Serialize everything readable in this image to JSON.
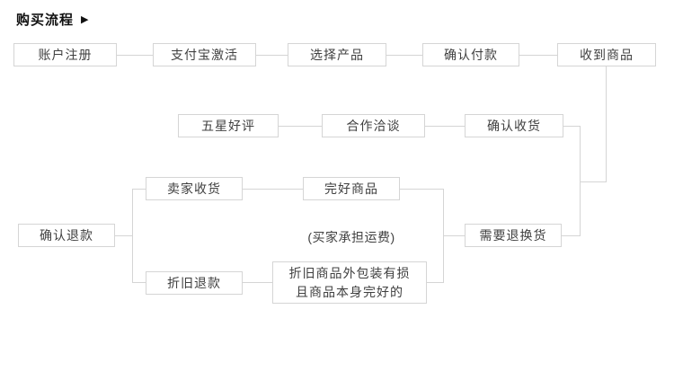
{
  "title": {
    "label": "购买流程",
    "arrow_icon": "▶"
  },
  "colors": {
    "background": "#ffffff",
    "box_border": "#d5d5d5",
    "connector": "#d5d5d5",
    "box_text": "#404040",
    "title_text": "#111111"
  },
  "flow": {
    "nodes": [
      {
        "label": "账户注册"
      },
      {
        "label": "支付宝激活"
      },
      {
        "label": "选择产品"
      },
      {
        "label": "确认付款"
      },
      {
        "label": "收到商品"
      },
      {
        "label": "五星好评"
      },
      {
        "label": "合作洽谈"
      },
      {
        "label": "确认收货"
      },
      {
        "label": "卖家收货"
      },
      {
        "label": "完好商品"
      },
      {
        "label": "确认退款"
      },
      {
        "label": "需要退换货"
      },
      {
        "label": "折旧退款"
      },
      {
        "label": "折旧商品外包装有损\n且商品本身完好的"
      }
    ],
    "note": "(买家承担运费)"
  }
}
